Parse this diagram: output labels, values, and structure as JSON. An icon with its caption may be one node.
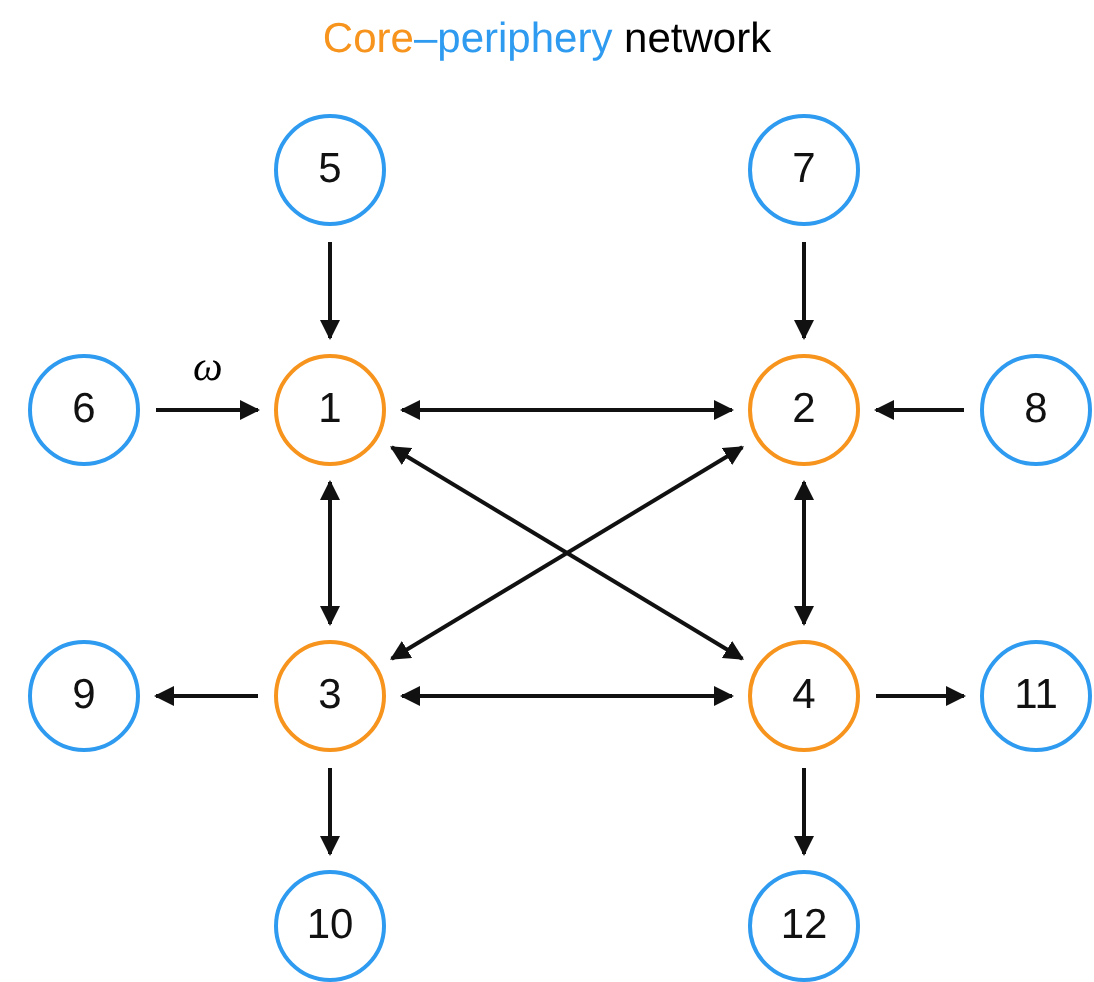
{
  "diagram": {
    "title": "Core–periphery network",
    "nodes": [
      {
        "text": [
          "5"
        ]
      },
      {
        "text": [
          "7"
        ]
      },
      {
        "text": [
          "6"
        ]
      },
      {
        "text": [
          "1"
        ]
      },
      {
        "text": [
          "2"
        ]
      },
      {
        "text": [
          "8"
        ]
      },
      {
        "text": [
          "9"
        ]
      },
      {
        "text": [
          "3"
        ]
      },
      {
        "text": [
          "4"
        ]
      },
      {
        "text": [
          "11"
        ]
      },
      {
        "text": [
          "10"
        ]
      },
      {
        "text": [
          "12"
        ]
      }
    ],
    "edges": [
      {
        "from": 0,
        "to": 3,
        "arrow": "to"
      },
      {
        "from": 1,
        "to": 4,
        "arrow": "to"
      },
      {
        "from": 2,
        "to": 3,
        "arrow": "to",
        "label": "ω"
      },
      {
        "from": 5,
        "to": 4,
        "arrow": "to"
      },
      {
        "from": 3,
        "to": 4,
        "arrow": "both"
      },
      {
        "from": 3,
        "to": 7,
        "arrow": "both"
      },
      {
        "from": 4,
        "to": 8,
        "arrow": "both"
      },
      {
        "from": 7,
        "to": 8,
        "arrow": "both"
      },
      {
        "from": 3,
        "to": 8,
        "arrow": "both"
      },
      {
        "from": 7,
        "to": 4,
        "arrow": "both"
      },
      {
        "from": 7,
        "to": 6,
        "arrow": "to"
      },
      {
        "from": 7,
        "to": 10,
        "arrow": "to"
      },
      {
        "from": 8,
        "to": 9,
        "arrow": "to"
      },
      {
        "from": 8,
        "to": 11,
        "arrow": "to"
      }
    ]
  }
}
